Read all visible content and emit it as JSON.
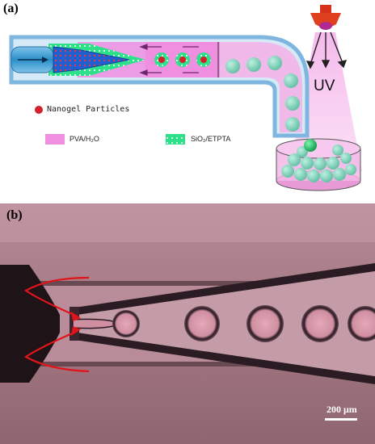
{
  "panels": {
    "a": {
      "label": "(a)"
    },
    "b": {
      "label": "(b)"
    }
  },
  "legend": {
    "nanogel": "Nanogel Particles",
    "pva": "PVA/H₂O",
    "sio2": "SiO₂/ETPTA"
  },
  "uv": {
    "label": "UV"
  },
  "scale_bar": {
    "label": "200 μm"
  },
  "colors": {
    "pva": "#f08ee0",
    "sio2": "#2ee08a",
    "nanogel": "#d4202a",
    "tube": "#7fb6e0",
    "droplet": "#5fd0a8",
    "cone": "#1f5fd0"
  }
}
